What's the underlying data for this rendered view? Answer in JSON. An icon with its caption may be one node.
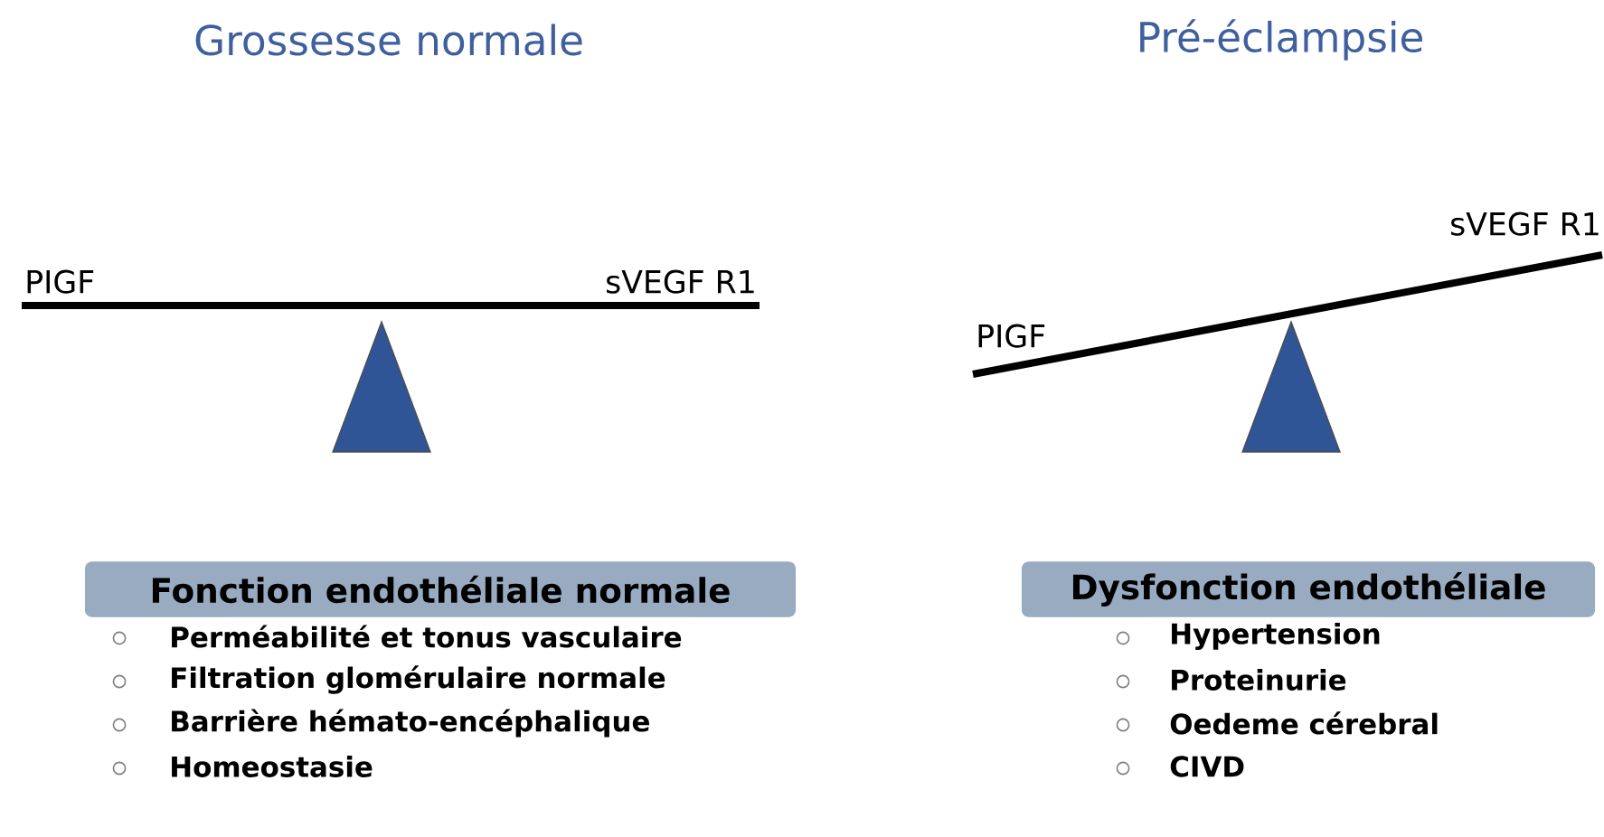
{
  "diagram": {
    "nodes": [
      {
        "text": [
          "Fonction endothéliale normale"
        ]
      },
      {
        "text": [
          "Dysfonction endothéliale"
        ]
      }
    ],
    "labels": [
      "Grossesse normale",
      "Pré-éclampsie",
      "PIGF",
      "sVEGF R1",
      "sVEGF R1",
      "PIGF",
      "Perméabilité et  tonus vasculaire",
      "Hypertension",
      "Filtration glomérulaire normale",
      "Proteinurie",
      "Barrière hémato-encéphalique",
      "Oedeme cérebral",
      "Homeostasie",
      "CIVD"
    ]
  }
}
